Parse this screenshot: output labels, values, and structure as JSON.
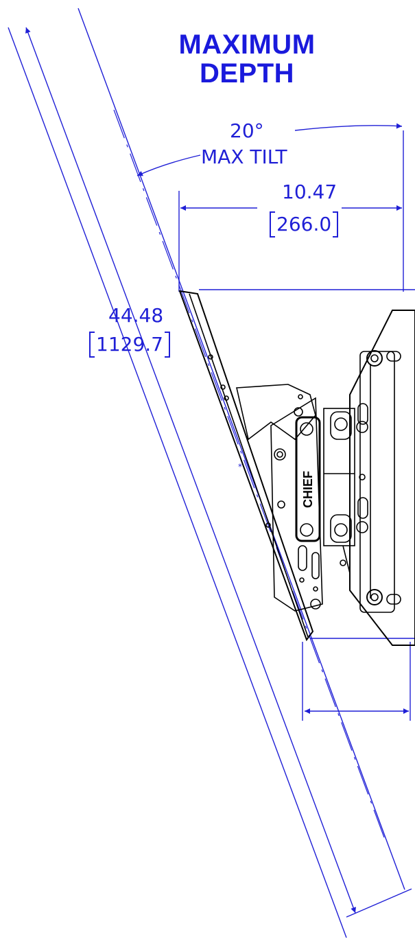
{
  "title": {
    "line1": "MAXIMUM",
    "line2": "DEPTH"
  },
  "tilt": {
    "angle": "20°",
    "label": "MAX TILT"
  },
  "depth": {
    "inches": "10.47",
    "mm": "266.0"
  },
  "height": {
    "inches": "44.48",
    "mm": "1129.7"
  },
  "brand_mark": "CHIEF",
  "colors": {
    "dimension": "#1f1fd6",
    "title": "#1a1adc",
    "drawing": "#000000"
  }
}
